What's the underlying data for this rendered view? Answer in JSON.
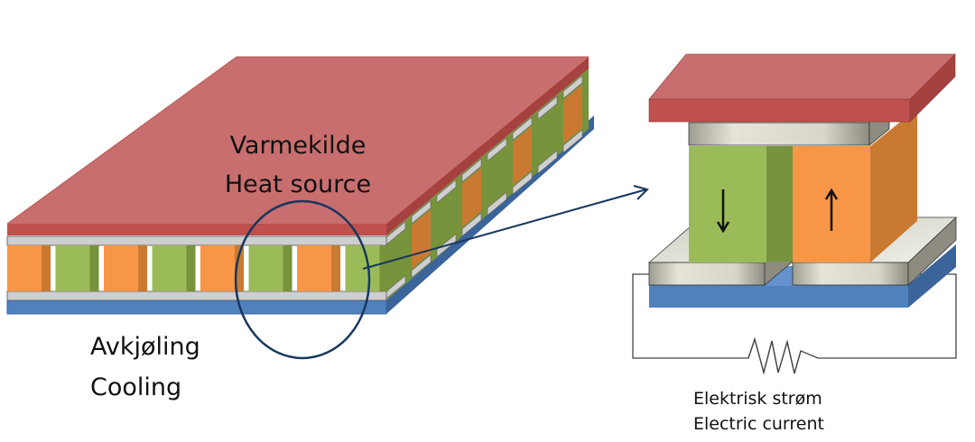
{
  "diagram": {
    "module_label": {
      "line1": "Varmekilde",
      "line2": "Heat source"
    },
    "cooling_label": {
      "line1": "Avkjøling",
      "line2": "Cooling"
    },
    "current_label": {
      "line1": "Elektrisk strøm",
      "line2": "Electric current"
    },
    "detail_arrows": {
      "n_type": "down-arrow-icon",
      "p_type": "up-arrow-icon"
    },
    "colors": {
      "heat_plate_top": "#c96e6e",
      "heat_plate_front": "#c0504d",
      "heat_plate_side": "#a5413e",
      "cold_plate": "#4f81bd",
      "cold_plate_side": "#3a649a",
      "n_leg": "#9bbb59",
      "n_leg_dark": "#77933c",
      "p_leg": "#f79646",
      "p_leg_dark": "#c97a30",
      "conductor": "#cfcfcf",
      "conductor_dark": "#9a9a9a",
      "highlight_ring": "#17375e",
      "circuit_line": "#444444"
    }
  }
}
